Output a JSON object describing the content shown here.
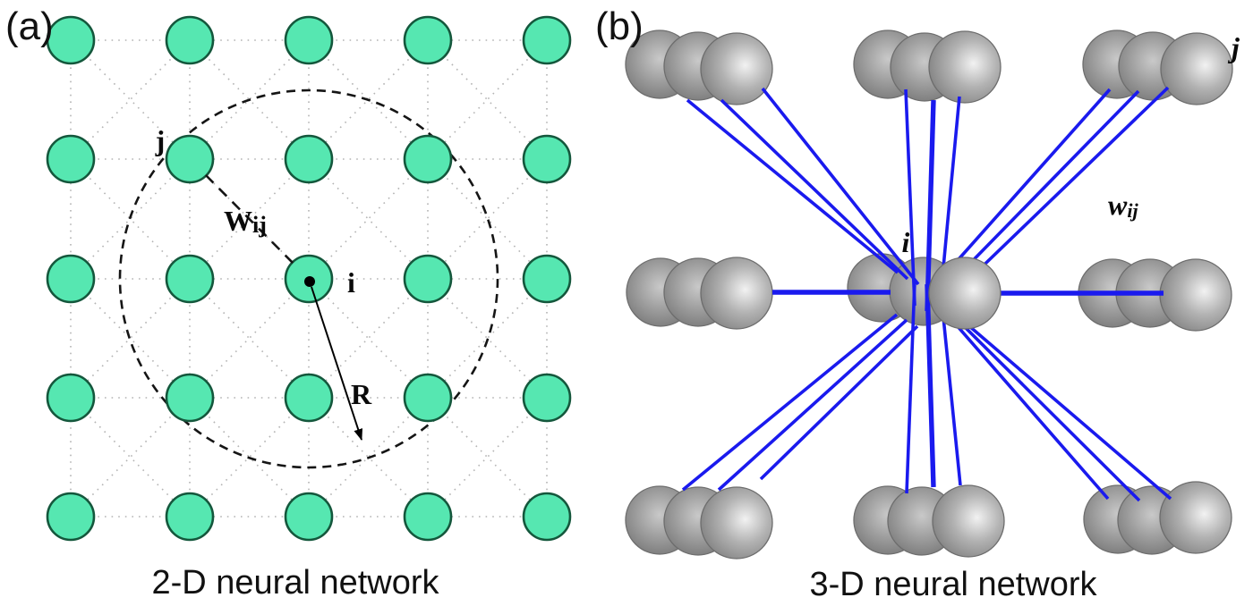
{
  "figure": {
    "panel_a": {
      "tag": "(a)",
      "caption": "2-D neural network",
      "labels": {
        "j": "j",
        "i": "i",
        "r": "R",
        "wij_base": "W",
        "wij_sub": "ij"
      },
      "grid": {
        "rows": 5,
        "cols": 5
      },
      "colors": {
        "node_fill": "#56e7b1",
        "node_border": "#14573c",
        "dotted_line": "#b3b3b3",
        "annotation": "#0a0a0a"
      }
    },
    "panel_b": {
      "tag": "(b)",
      "caption": "3-D neural network",
      "labels": {
        "i": "i",
        "j": "j",
        "wij_base": "w",
        "wij_sub": "ij"
      },
      "clusters": {
        "rows": 3,
        "cols": 3,
        "spheres_per_cluster": 3
      },
      "colors": {
        "sphere": "#9d9d9d",
        "link": "#1a1aee"
      }
    }
  }
}
